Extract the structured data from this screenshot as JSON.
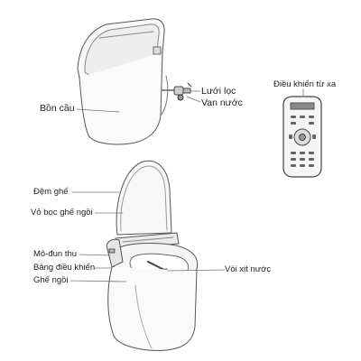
{
  "labels": {
    "bowl": "Bồn cầu",
    "filter": "Lưới lọc",
    "valve": "Van nước",
    "remote": "Điều khiển từ xa",
    "seat_pad": "Đệm ghế",
    "seat_cover": "Vỏ bọc ghế ngồi",
    "module": "Mô-đun thu",
    "control_panel": "Bảng điều khiển",
    "seat": "Ghế ngồi",
    "nozzle": "Vòi xịt nước"
  }
}
